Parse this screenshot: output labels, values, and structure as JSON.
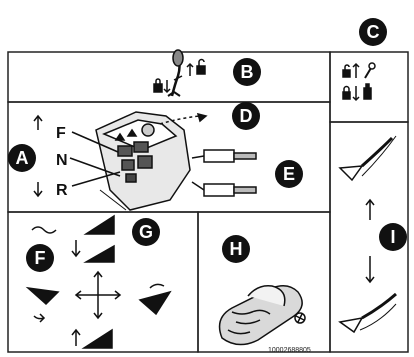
{
  "callouts": {
    "a": "A",
    "b": "B",
    "c": "C",
    "d": "D",
    "e": "E",
    "f": "F",
    "g": "G",
    "h": "H",
    "i": "I"
  },
  "lever_positions": {
    "forward": "F",
    "neutral": "N",
    "reverse": "R"
  },
  "part_number": "10002688805",
  "colors": {
    "line": "#111111",
    "panel_border": "#222222",
    "callout_fill": "#111111",
    "callout_text": "#ffffff",
    "gray": "#9a9a9a"
  }
}
